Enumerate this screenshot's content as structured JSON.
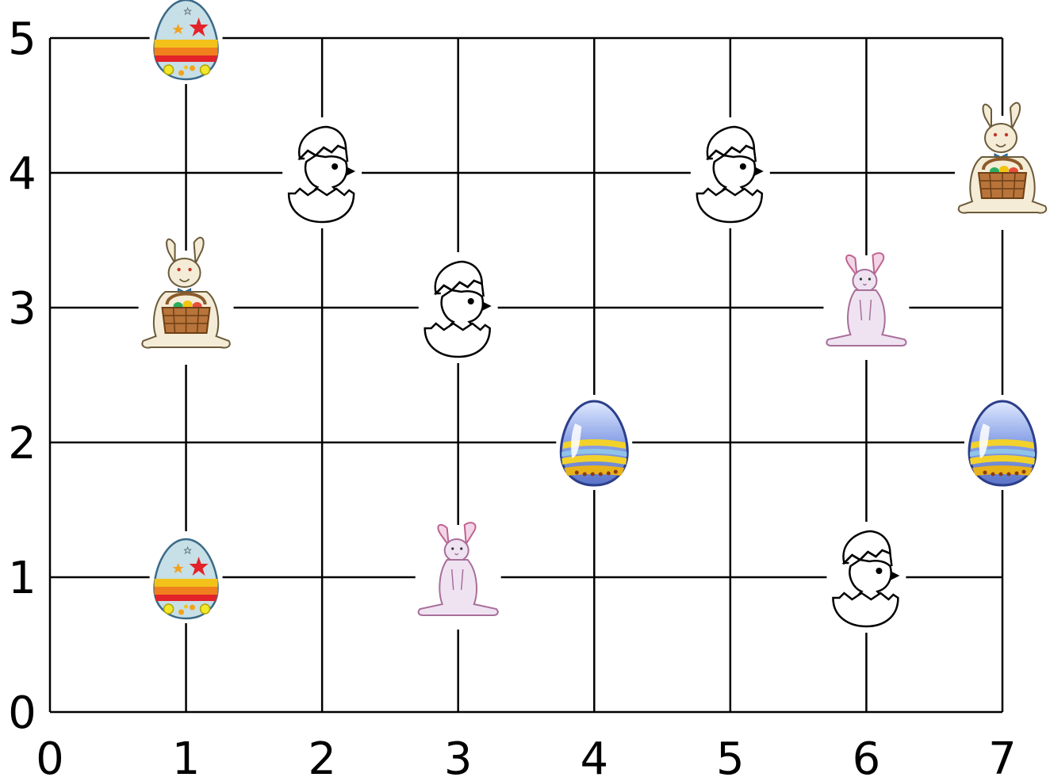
{
  "chart_data": {
    "type": "scatter",
    "xlim": [
      0,
      7
    ],
    "ylim": [
      0,
      5
    ],
    "grid": true,
    "x_ticks": [
      "0",
      "1",
      "2",
      "3",
      "4",
      "5",
      "6",
      "7"
    ],
    "y_ticks": [
      "0",
      "1",
      "2",
      "3",
      "4",
      "5"
    ],
    "points": [
      {
        "x": 1,
        "y": 5,
        "icon": "star-easter-egg-icon"
      },
      {
        "x": 1,
        "y": 1,
        "icon": "star-easter-egg-icon"
      },
      {
        "x": 1,
        "y": 3,
        "icon": "bunny-with-basket-icon"
      },
      {
        "x": 7,
        "y": 4,
        "icon": "bunny-with-basket-icon"
      },
      {
        "x": 2,
        "y": 4,
        "icon": "hatching-chick-icon"
      },
      {
        "x": 5,
        "y": 4,
        "icon": "hatching-chick-icon"
      },
      {
        "x": 3,
        "y": 3,
        "icon": "hatching-chick-icon"
      },
      {
        "x": 6,
        "y": 1,
        "icon": "hatching-chick-icon"
      },
      {
        "x": 6,
        "y": 3,
        "icon": "pink-bunny-icon"
      },
      {
        "x": 3,
        "y": 1,
        "icon": "pink-bunny-icon"
      },
      {
        "x": 4,
        "y": 2,
        "icon": "striped-blue-egg-icon"
      },
      {
        "x": 7,
        "y": 2,
        "icon": "striped-blue-egg-icon"
      }
    ]
  }
}
